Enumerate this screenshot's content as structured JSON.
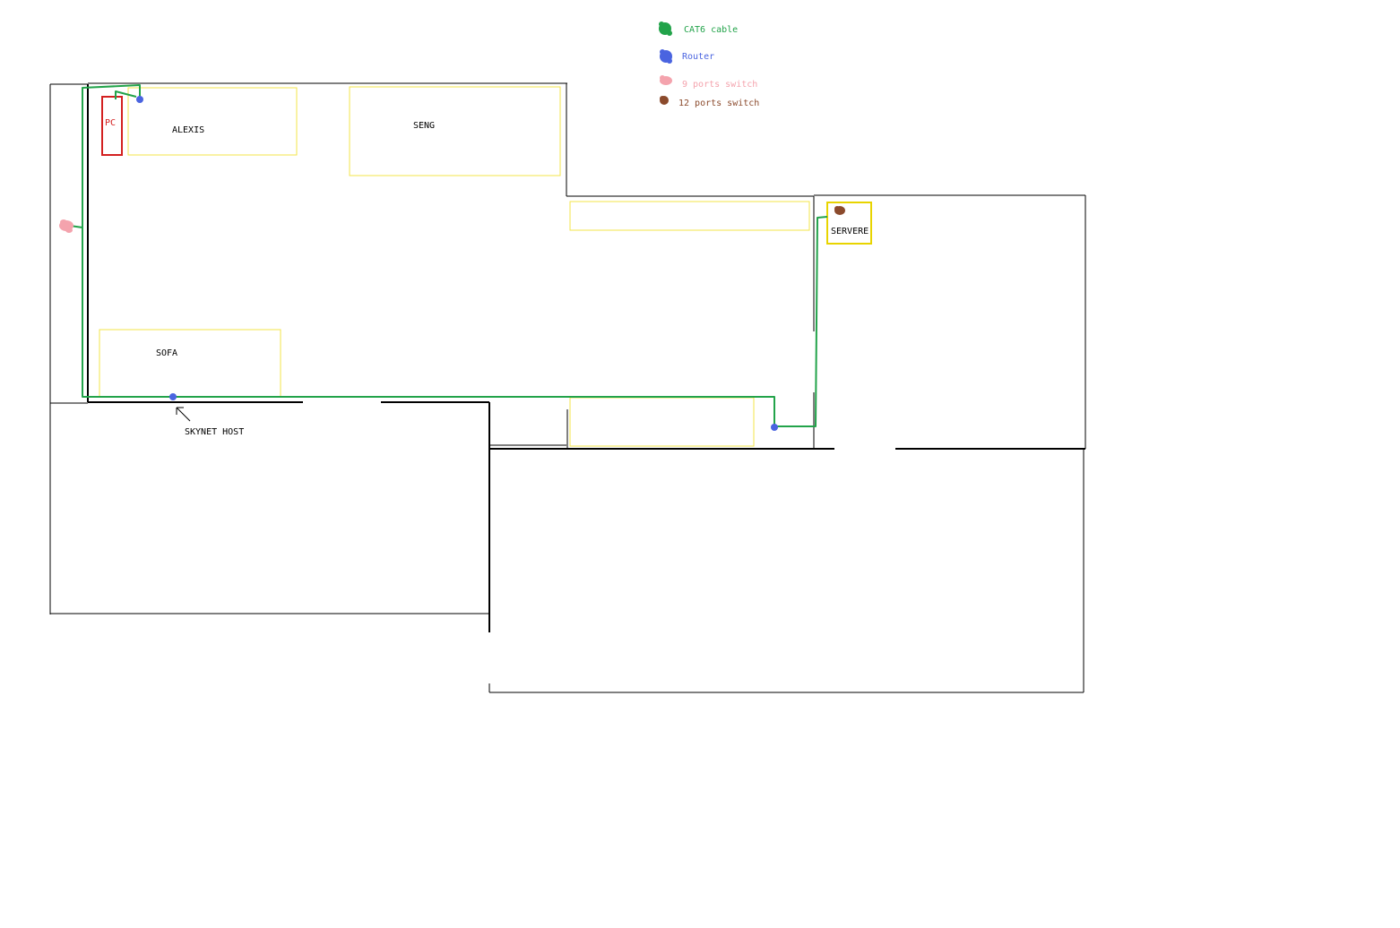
{
  "legend": {
    "items": [
      {
        "key": "cable",
        "label": "CAT6 cable",
        "color": "#22a34a"
      },
      {
        "key": "router",
        "label": "Router",
        "color": "#4a64e0"
      },
      {
        "key": "switch9",
        "label": "9 ports switch",
        "color": "#f4a3ad"
      },
      {
        "key": "switch12",
        "label": "12 ports switch",
        "color": "#8b4a2c"
      }
    ]
  },
  "labels": {
    "pc": "PC",
    "alexis": "ALEXIS",
    "seng": "SENG",
    "sofa": "SOFA",
    "skynet_host": "SKYNET HOST",
    "servere": "SERVERE"
  },
  "colors": {
    "walls": "#000000",
    "furniture": "#f3e64a",
    "pc": "#d32020",
    "servere_box": "#e8d400"
  }
}
